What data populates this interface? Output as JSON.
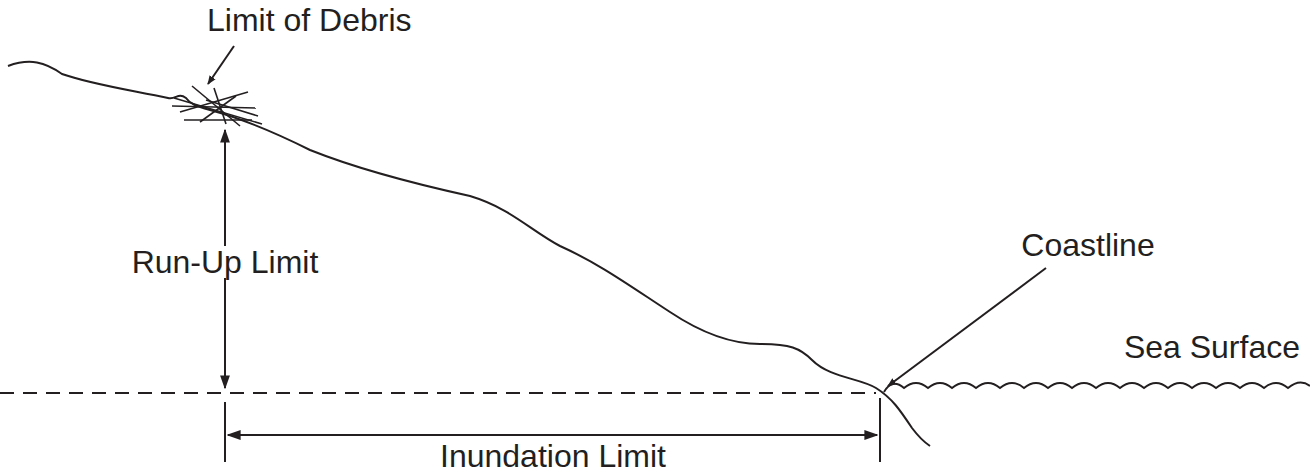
{
  "diagram": {
    "labels": [
      "Limit of Debris",
      "Run-Up Limit",
      "Coastline",
      "Sea Surface",
      "Inundation Limit"
    ]
  }
}
